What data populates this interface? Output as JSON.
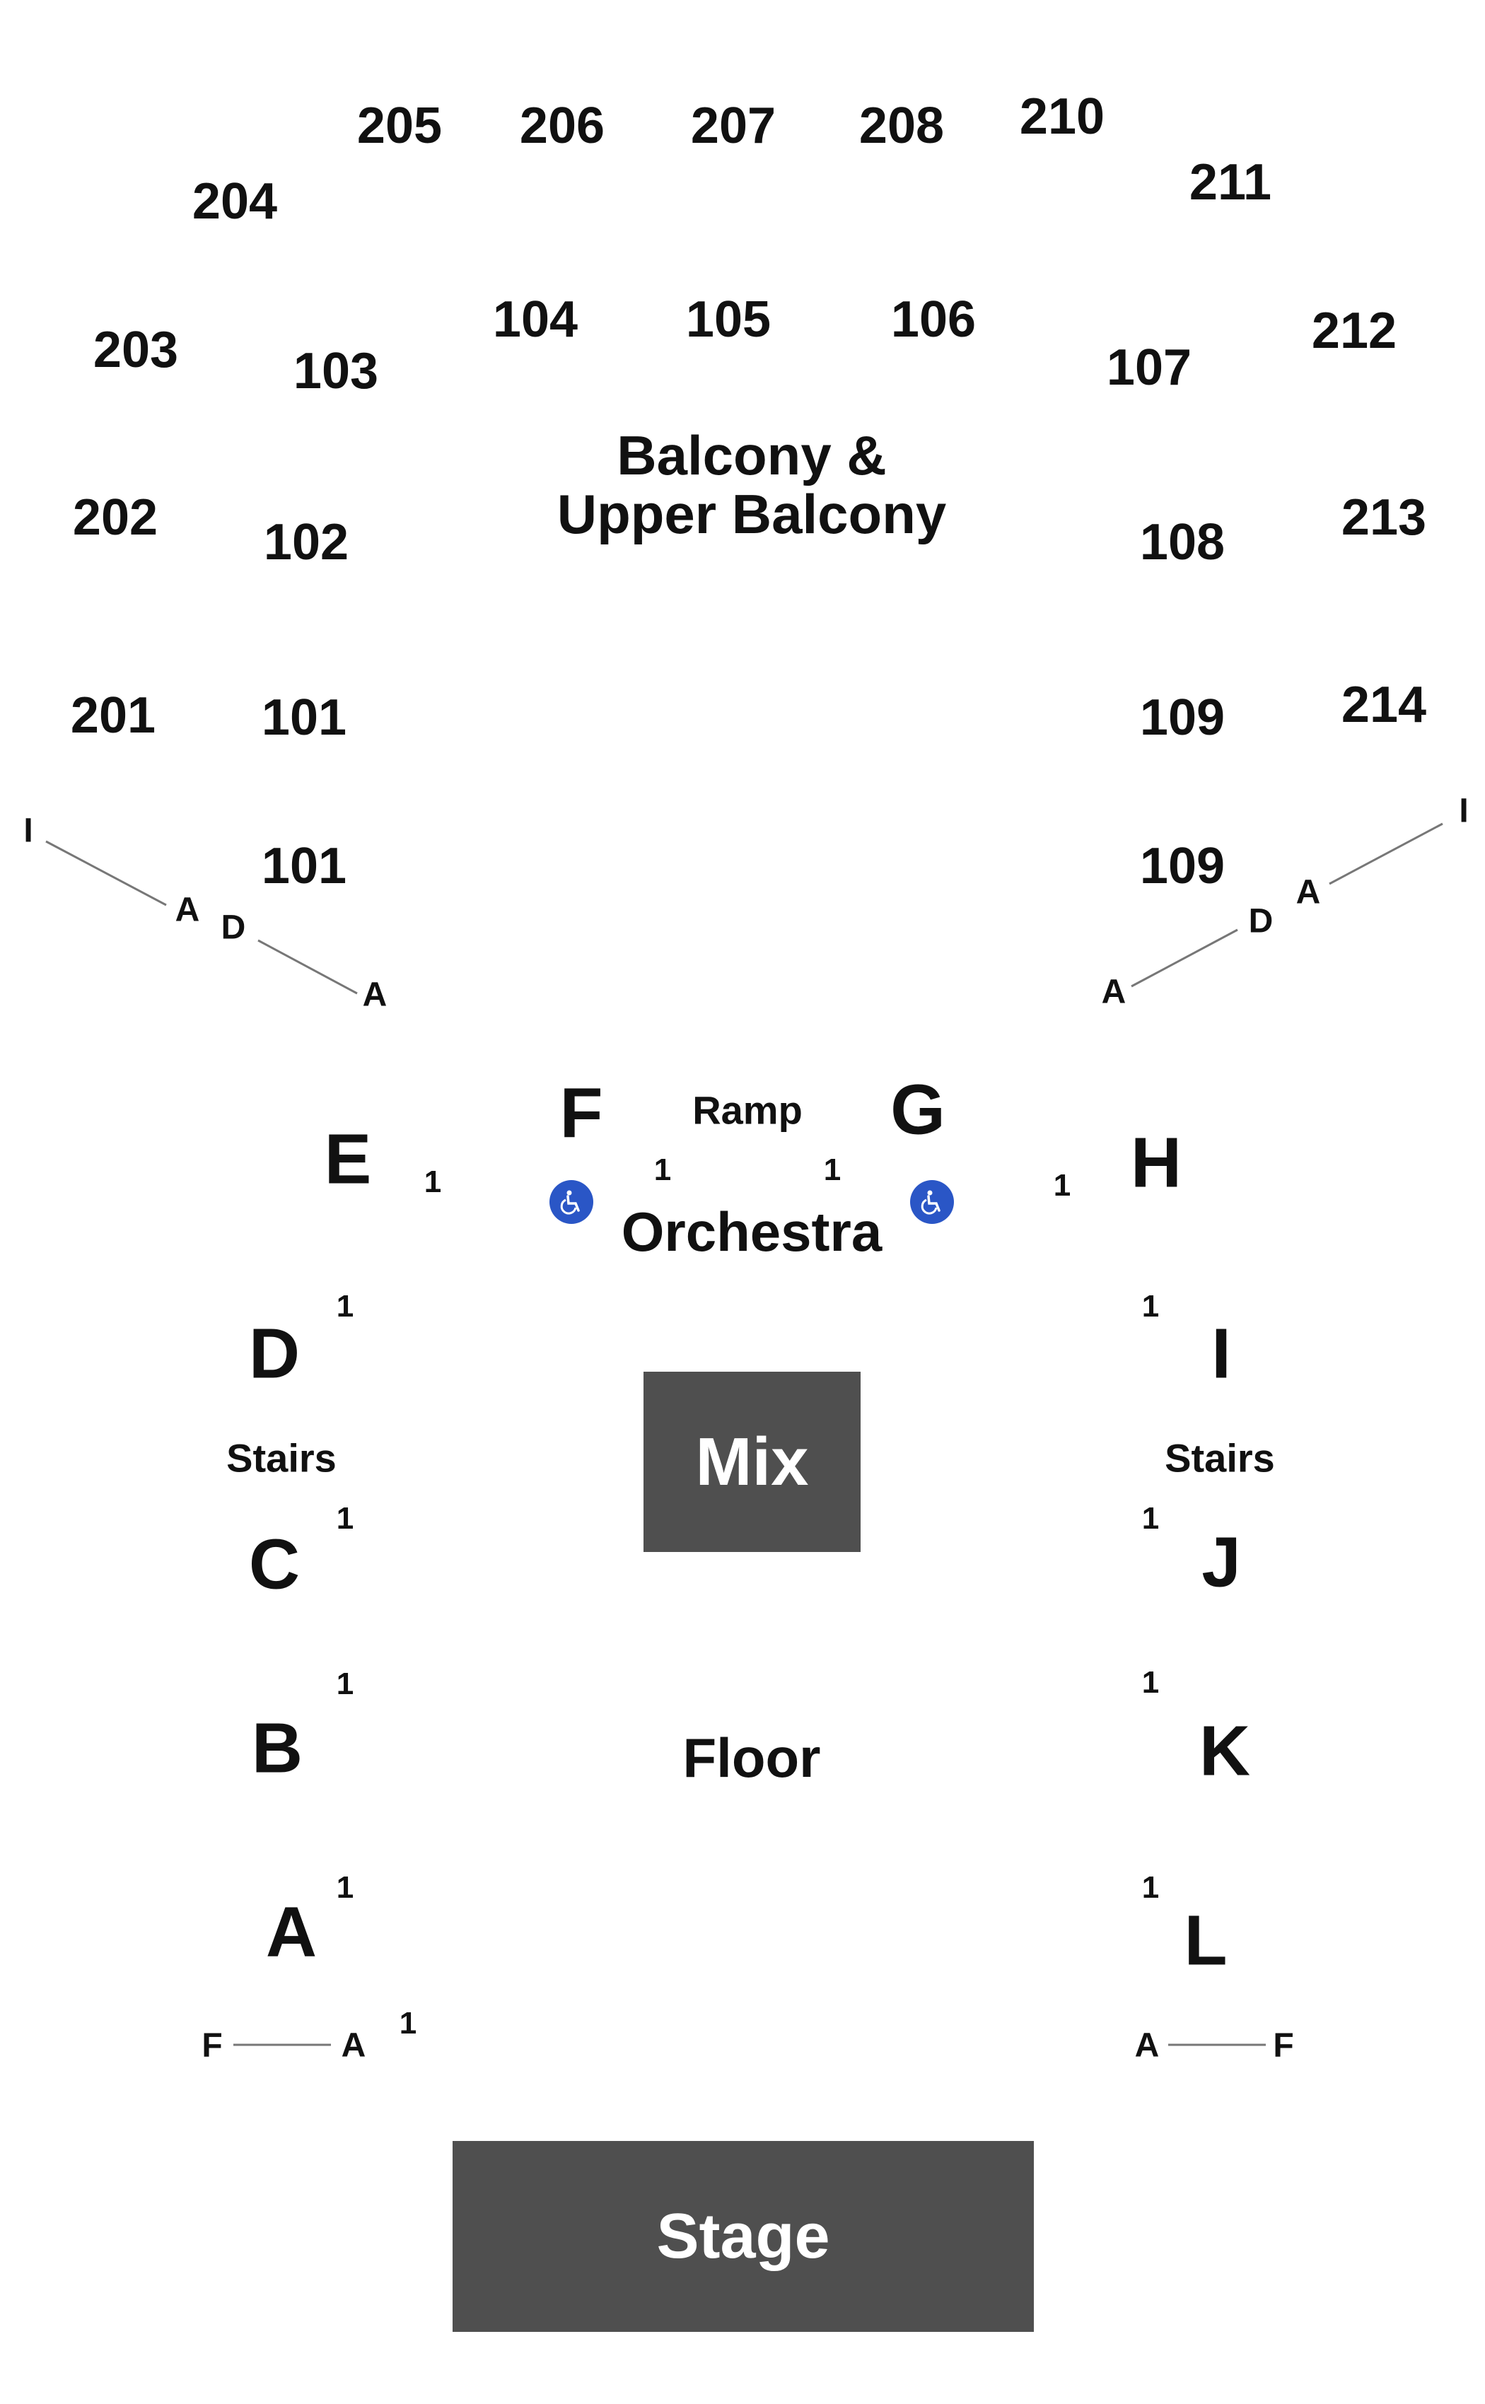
{
  "map": {
    "balcony_sections": [
      "205",
      "206",
      "207",
      "208",
      "210",
      "204",
      "211",
      "203",
      "212",
      "202",
      "213",
      "201",
      "214"
    ],
    "lower_balcony_sections": [
      "104",
      "105",
      "106",
      "103",
      "107",
      "102",
      "108",
      "101",
      "109",
      "101",
      "109"
    ],
    "balcony_label": "Balcony &",
    "balcony_label_2": "Upper Balcony",
    "orchestra_label": "Orchestra",
    "ramp_label": "Ramp",
    "floor_label": "Floor",
    "mix_label": "Mix",
    "stage_label": "Stage",
    "stairs_label": "Stairs",
    "orchestra_boxes": [
      "F",
      "G",
      "E",
      "H",
      "D",
      "I",
      "C",
      "J",
      "B",
      "K",
      "A",
      "L"
    ],
    "row_one": "1",
    "row_labels": {
      "i": "I",
      "a": "A",
      "d": "D",
      "f": "F"
    },
    "accent": {
      "stage": "#4f4f4f",
      "wheelchair": "#2a56c6"
    },
    "icons": [
      "wheelchair-icon"
    ]
  }
}
